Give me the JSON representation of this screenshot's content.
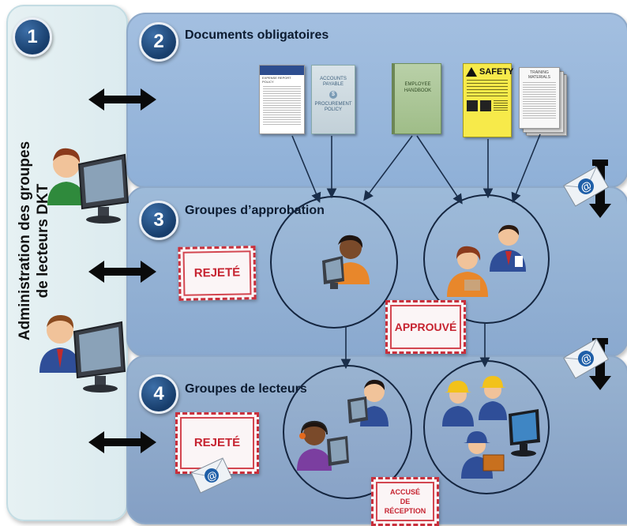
{
  "numbers": [
    "1",
    "2",
    "3",
    "4"
  ],
  "left_label": {
    "line1": "Administration des groupes",
    "line2": "de lecteurs DKT"
  },
  "sections": {
    "documents": {
      "title": "Documents obligatoires"
    },
    "approbation": {
      "title": "Groupes d’approbation"
    },
    "lecteurs": {
      "title": "Groupes de lecteurs"
    }
  },
  "stamps": {
    "rejete_3": "REJETÉ",
    "approuve": "APPROUVÉ",
    "rejete_4": "REJETÉ",
    "accuse": [
      "ACCUSÉ",
      "DE",
      "RÉCEPTION"
    ]
  },
  "documents": {
    "expense": [
      "EXPENSE REPORT",
      "POLICY"
    ],
    "accounts": [
      "ACCOUNTS",
      "PAYABLE",
      "$",
      "PROCUREMENT",
      "POLICY"
    ],
    "handbook": [
      "EMPLOYEE",
      "HANDBOOK"
    ],
    "safety": "SAFETY",
    "training": [
      "TRAINING",
      "MATERIALS"
    ]
  },
  "email_glyph": "@",
  "icons": [
    "double-arrow-icon",
    "email-icon",
    "person-computer-icon",
    "down-arrow-icon"
  ],
  "colors": {
    "stamp_red": "#c62330",
    "circle_navy": "#14253f",
    "number_blue": "#1f4a80"
  }
}
